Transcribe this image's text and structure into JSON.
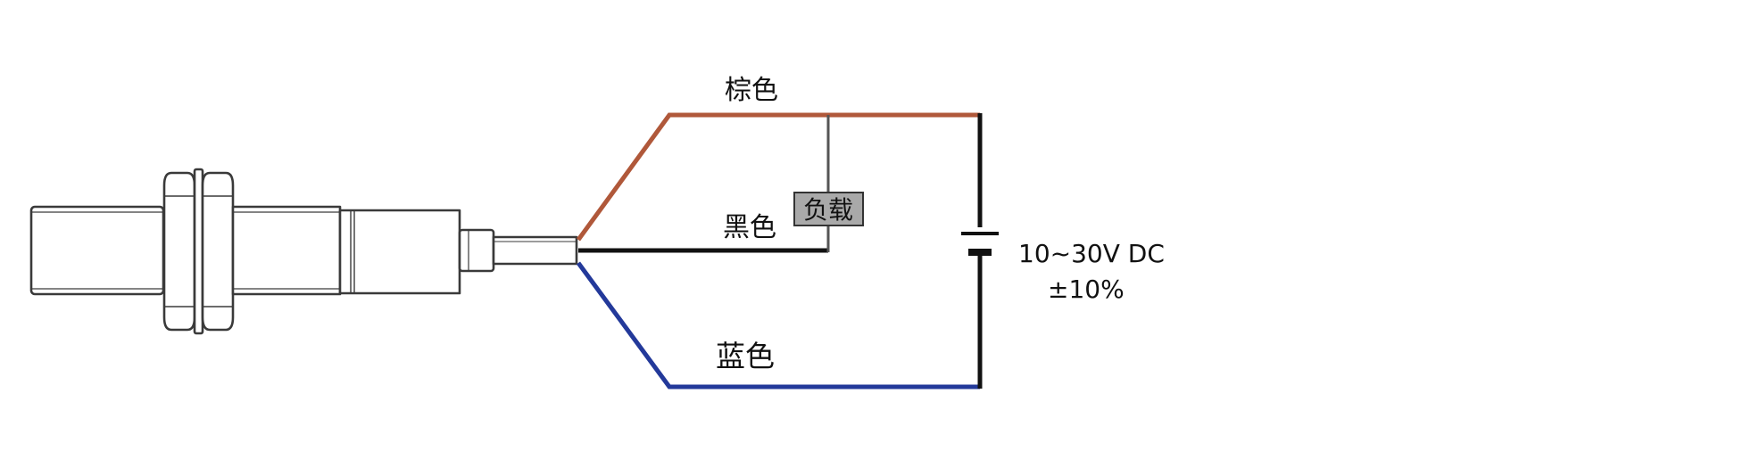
{
  "wires": {
    "brown": {
      "label": "棕色",
      "color": "#b0583a"
    },
    "black": {
      "label": "黑色",
      "color": "#111111"
    },
    "blue": {
      "label": "蓝色",
      "color": "#23399a"
    }
  },
  "load": {
    "label": "负载",
    "fill": "#a9a9a9"
  },
  "supply": {
    "voltage": "10~30V DC",
    "tolerance": "±10%"
  },
  "components": {
    "sensor": "cylindrical proximity sensor with hex lock nuts",
    "power_source": "DC battery symbol"
  }
}
